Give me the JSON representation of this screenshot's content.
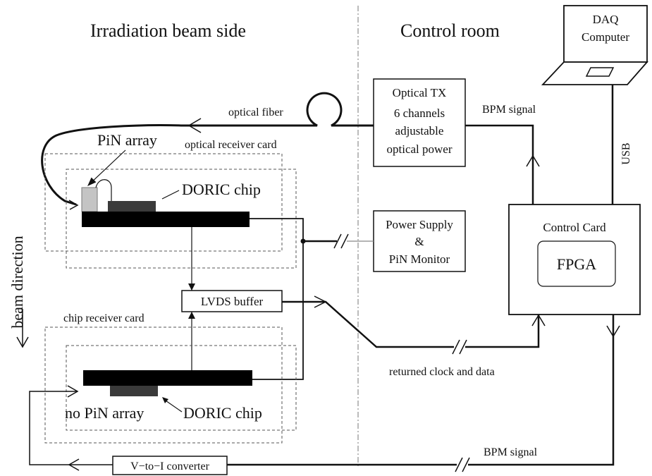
{
  "sections": {
    "left_title": "Irradiation beam side",
    "right_title": "Control room"
  },
  "beam_direction": "beam direction",
  "components": {
    "daq_line1": "DAQ",
    "daq_line2": "Computer",
    "optical_tx": [
      "Optical TX",
      "6 channels",
      "adjustable",
      "optical power"
    ],
    "power_supply": [
      "Power Supply",
      "&",
      "PiN Monitor"
    ],
    "control_card": "Control Card",
    "fpga": "FPGA",
    "lvds_buffer": "LVDS buffer",
    "v_to_i": "V−to−I converter"
  },
  "labels": {
    "optical_fiber": "optical fiber",
    "pin_array": "PiN array",
    "optical_receiver_card": "optical receiver card",
    "doric_chip_top": "DORIC chip",
    "bpm_signal_top": "BPM signal",
    "usb": "USB",
    "chip_receiver_card": "chip receiver card",
    "no_pin_array": "no PiN array",
    "doric_chip_bottom": "DORIC chip",
    "returned_clock": "returned clock and data",
    "bpm_signal_bottom": "BPM signal"
  }
}
